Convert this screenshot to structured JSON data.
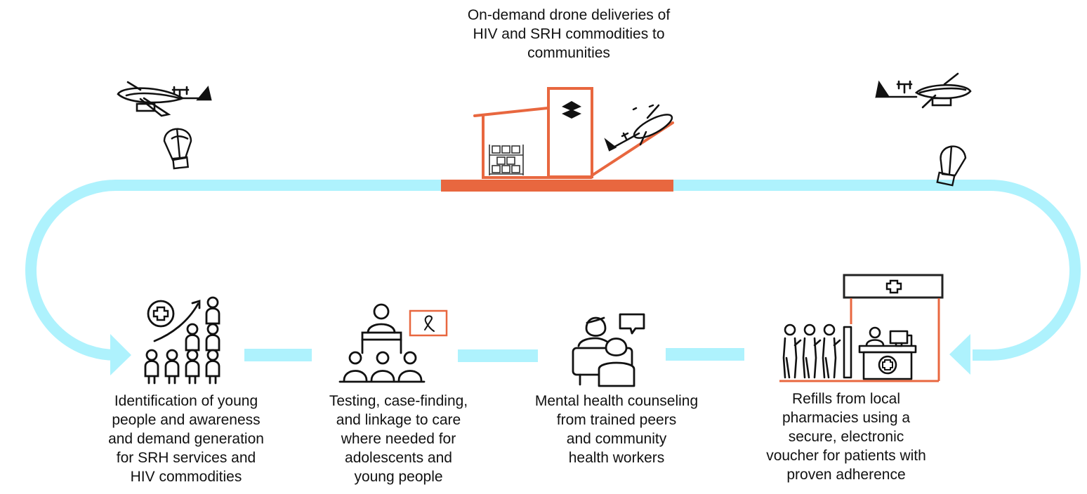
{
  "title": "On-demand drone deliveries of\nHIV and SRH commodities to\ncommunities",
  "colors": {
    "flow": "#aef2fd",
    "accent": "#e8673f",
    "ink": "#111111"
  },
  "steps": [
    {
      "label": "Identification of young\npeople and awareness\nand demand generation\nfor SRH services and\nHIV commodities",
      "icon": "community-growth-icon"
    },
    {
      "label": "Testing, case-finding,\nand linkage to care\nwhere needed for\nadolescents and\nyoung people",
      "icon": "presentation-ribbon-icon"
    },
    {
      "label": "Mental health counseling\nfrom trained peers\nand community\nhealth workers",
      "icon": "counseling-icon"
    },
    {
      "label": "Refills from local\npharmacies using a\nsecure, electronic\nvoucher for patients with\nproven adherence",
      "icon": "pharmacy-icon"
    }
  ]
}
